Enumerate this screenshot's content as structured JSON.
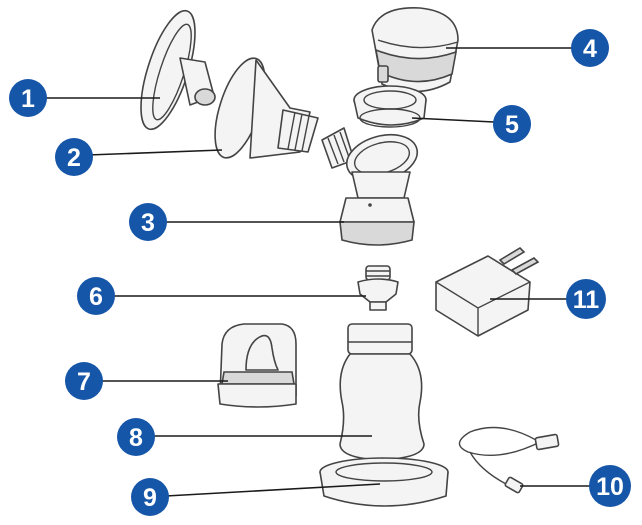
{
  "colors": {
    "badge": "#1656a8",
    "badge_text": "#ffffff",
    "outline": "#444444",
    "leader": "#1a1a1a"
  },
  "callouts": [
    {
      "number": "1"
    },
    {
      "number": "2"
    },
    {
      "number": "3"
    },
    {
      "number": "4"
    },
    {
      "number": "5"
    },
    {
      "number": "6"
    },
    {
      "number": "7"
    },
    {
      "number": "8"
    },
    {
      "number": "9"
    },
    {
      "number": "10"
    },
    {
      "number": "11"
    }
  ]
}
